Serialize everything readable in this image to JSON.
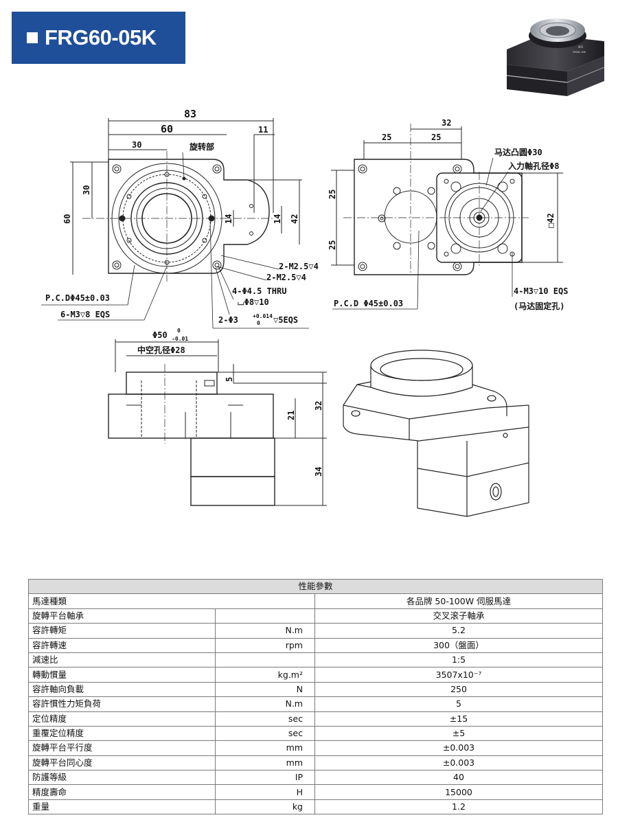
{
  "model": "FRG60-05K",
  "photo": {
    "label_lines": [
      "ARI",
      "FRG60-05K"
    ]
  },
  "drawing": {
    "top_left": {
      "dim_83": "83",
      "dim_60": "60",
      "dim_30": "30",
      "dim_11": "11",
      "dim_30_left": "30",
      "dim_60_left": "60",
      "dim_14a": "14",
      "dim_14b": "14",
      "dim_42": "42",
      "rotating_label": "旋转部",
      "pcd": "P.C.DΦ45±0.03",
      "holes_m3": "6-M3▽8 EQS",
      "m25_a": "2-M2.5▽4",
      "m25_b": "2-M2.5▽4",
      "thru": "4-Φ4.5 THRU",
      "cbore": "⌴Φ8▽10",
      "pin": "2-Φ3",
      "pin_tol_up": "+0.014",
      "pin_tol_lo": "0",
      "pin_depth": "▽5EQS"
    },
    "top_right": {
      "dim_32": "32",
      "dim_25a": "25",
      "dim_25b": "25",
      "dim_25_up": "25",
      "dim_25_lo": "25",
      "boss_label": "马达凸圆Φ30",
      "shaft_label": "入力軸孔径Φ8",
      "square_42": "□42",
      "pcd": "P.C.D Φ45±0.03",
      "motor_holes": "4-M3▽10 EQS",
      "motor_holes_note": "(马达固定孔)"
    },
    "side": {
      "dia50": "Φ50",
      "dia50_tol_up": "0",
      "dia50_tol_lo": "-0.01",
      "hollow": "中空孔径Φ28",
      "dim_5": "5",
      "dim_21": "21",
      "dim_32": "32",
      "dim_34": "34"
    }
  },
  "spec_table": {
    "header": "性能參數",
    "rows": [
      {
        "name": "馬達種類",
        "unit": "",
        "value": "各品牌 50-100W 伺服馬達",
        "merged": true
      },
      {
        "name": "旋轉平台軸承",
        "unit": "",
        "value": "交叉滚子軸承"
      },
      {
        "name": "容許轉矩",
        "unit": "N.m",
        "value": "5.2"
      },
      {
        "name": "容許轉速",
        "unit": "rpm",
        "value": "300（盤面）"
      },
      {
        "name": "減速比",
        "unit": "",
        "value": "1:5"
      },
      {
        "name": "轉動慣量",
        "unit": "kg.m²",
        "value": "3507x10⁻⁷"
      },
      {
        "name": "容許軸向負載",
        "unit": "N",
        "value": "250"
      },
      {
        "name": "容許慣性力矩負荷",
        "unit": "N.m",
        "value": "5"
      },
      {
        "name": "定位精度",
        "unit": "sec",
        "value": "±15"
      },
      {
        "name": "重覆定位精度",
        "unit": "sec",
        "value": "±5"
      },
      {
        "name": "旋轉平台平行度",
        "unit": "mm",
        "value": "±0.003"
      },
      {
        "name": "旋轉平台同心度",
        "unit": "mm",
        "value": "±0.003"
      },
      {
        "name": "防護等級",
        "unit": "IP",
        "value": "40"
      },
      {
        "name": "精度壽命",
        "unit": "H",
        "value": "15000"
      },
      {
        "name": "重量",
        "unit": "kg",
        "value": "1.2"
      }
    ]
  }
}
